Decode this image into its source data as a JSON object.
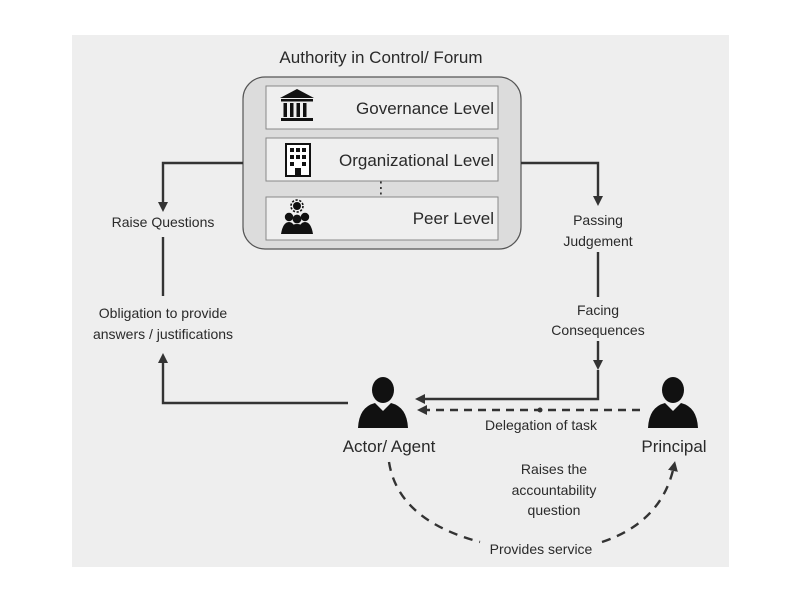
{
  "forum": {
    "title": "Authority in Control/ Forum",
    "levels": [
      {
        "label": "Governance Level",
        "icon": "bank-building-icon"
      },
      {
        "label": "Organizational Level",
        "icon": "office-building-icon"
      },
      {
        "label": "Peer Level",
        "icon": "people-group-icon"
      }
    ],
    "ellipsis": "⋮"
  },
  "arrows": {
    "raise_questions": "Raise Questions",
    "obligation_line1": "Obligation to provide",
    "obligation_line2": "answers / justifications",
    "passing_line1": "Passing",
    "passing_line2": "Judgement",
    "facing_line1": "Facing",
    "facing_line2": "Consequences",
    "delegation": "Delegation of task",
    "raises_line1": "Raises the",
    "raises_line2": "accountability",
    "raises_line3": "question",
    "provides_service": "Provides service"
  },
  "actors": {
    "agent": {
      "label": "Actor/ Agent",
      "icon": "person-icon"
    },
    "principal": {
      "label": "Principal",
      "icon": "person-icon"
    }
  },
  "colors": {
    "panel_bg": "#eeeeee",
    "forum_box_bg": "#dcdcdc",
    "level_bg": "#efefef",
    "line": "#333333",
    "icon": "#111111"
  }
}
